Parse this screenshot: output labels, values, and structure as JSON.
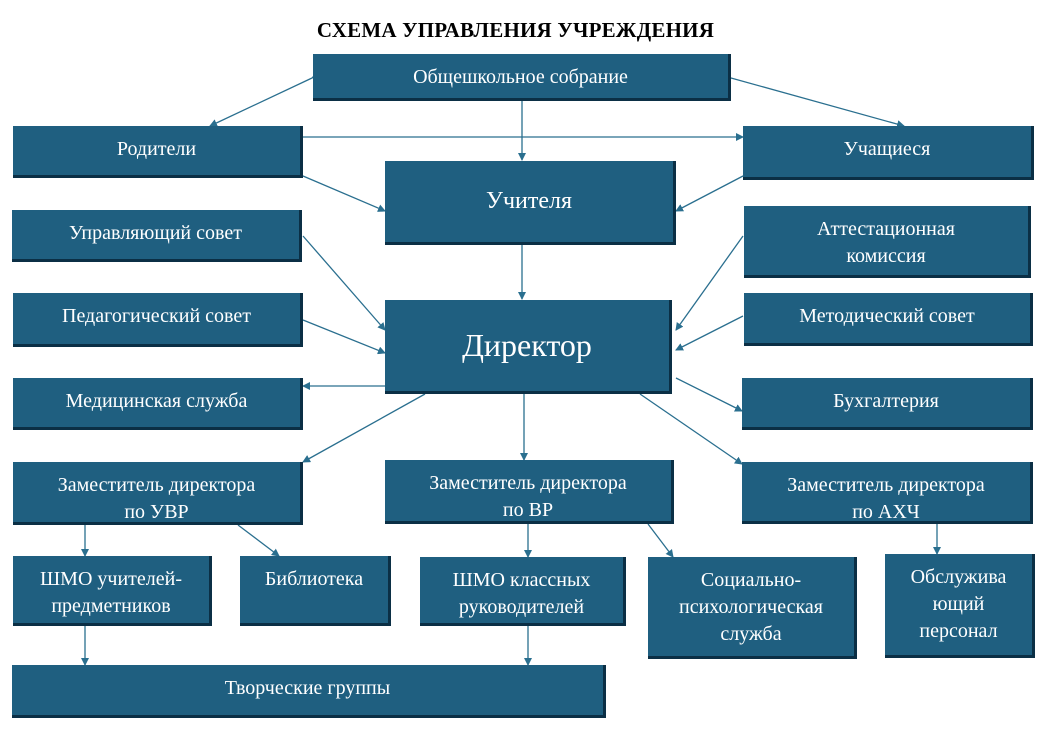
{
  "title": "СХЕМА УПРАВЛЕНИЯ УЧРЕЖДЕНИЯ",
  "colors": {
    "box_fill": "#1f5f80",
    "box_shadow": "#0b2f45",
    "arrow": "#2a6f8f"
  },
  "boxes": {
    "general_meeting": "Общешкольное собрание",
    "parents": "Родители",
    "students": "Учащиеся",
    "teachers": "Учителя",
    "governing_council": "Управляющий совет",
    "attestation_commission": "Аттестационная\nкомиссия",
    "pedagogical_council": "Педагогический совет",
    "methodical_council": "Методический совет",
    "director": "Директор",
    "medical_service": "Медицинская служба",
    "accounting": "Бухгалтерия",
    "deputy_uvr": "Заместитель директора\nпо УВР",
    "deputy_vr": "Заместитель директора\nпо ВР",
    "deputy_ahch": "Заместитель директора\nпо АХЧ",
    "shmo_subject": "ШМО учителей-\nпредметников",
    "library": "Библиотека",
    "shmo_class": "ШМО классных\nруководителей",
    "social_service": "Социально-\nпсихологическая\nслужба",
    "support_staff": "Обслужива\nющий\nперсонал",
    "creative_groups": "Творческие группы"
  }
}
